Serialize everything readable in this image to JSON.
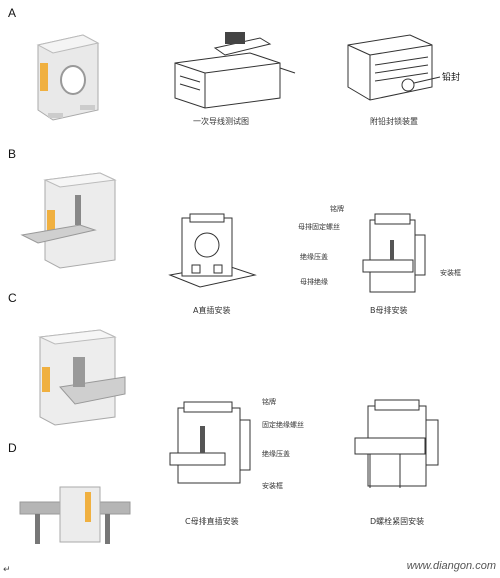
{
  "rows": [
    "A",
    "B",
    "C",
    "D"
  ],
  "captions": {
    "a2": "一次导线测试图",
    "a3": "附铅封锁装置",
    "b2": "A直插安装",
    "b3": "B母排安装",
    "c2": "C母排直插安装",
    "c3": "D螺栓紧固安装"
  },
  "callouts": {
    "a3_seal": "铅封",
    "b3_top": "铭牌",
    "b3_1": "母排固定螺丝",
    "b3_2": "绝缘压盖",
    "b3_3": "母排绝缘",
    "b3_4": "安装框",
    "c3_top": "铭牌",
    "c3_1": "固定绝缘螺丝",
    "c3_2": "绝缘压盖",
    "c3_3": "安装框"
  },
  "watermark": "www.diangon.com",
  "footmark": "↵"
}
